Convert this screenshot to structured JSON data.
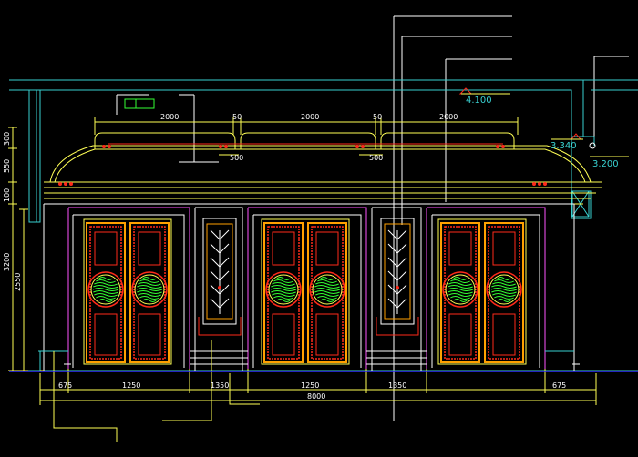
{
  "drawing": {
    "type": "cad-elevation",
    "background": "#000000",
    "colors": {
      "cyan": "#39d0d0",
      "yellow": "#ffff55",
      "white": "#ffffff",
      "red": "#ff2a1a",
      "green": "#33ff33",
      "orange": "#ffa000",
      "blue": "#3333ff",
      "magenta": "#ff55ff"
    },
    "top_dims": [
      "2000",
      "50",
      "2000",
      "50",
      "2000"
    ],
    "center_dims": [
      "500",
      "500"
    ],
    "left_dims": [
      "300",
      "550",
      "100",
      "3200",
      "2550"
    ],
    "bottom_dims": [
      "675",
      "1250",
      "1350",
      "1250",
      "1350",
      "675"
    ],
    "total_dim": "8000",
    "elevations": [
      "4.100",
      "3.340",
      "3.200"
    ]
  }
}
